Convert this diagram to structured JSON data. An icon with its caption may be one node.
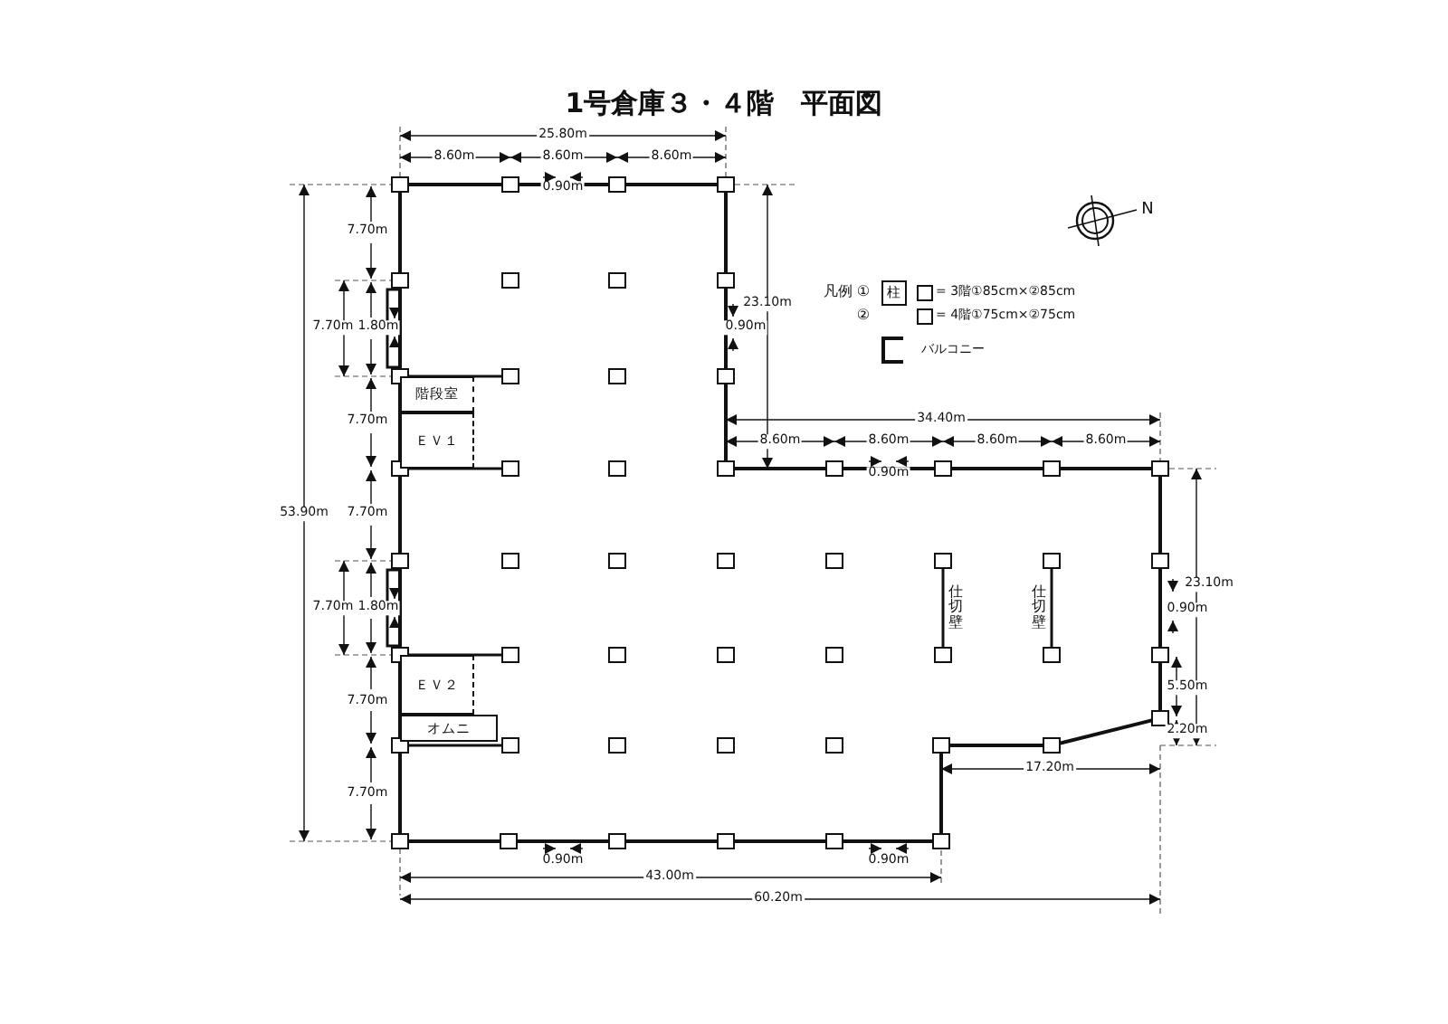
{
  "diagram": {
    "title": "1号倉庫３・４階　平面図",
    "nodes": [
      {
        "text": [
          "階段室"
        ]
      },
      {
        "text": [
          "ＥＶ１"
        ]
      },
      {
        "text": [
          "ＥＶ２"
        ]
      },
      {
        "text": [
          "オムニ"
        ]
      },
      {
        "text": [
          "柱"
        ]
      }
    ],
    "labels": [
      "25.80m",
      "8.60m",
      "8.60m",
      "8.60m",
      "0.90m",
      "N",
      "7.70m",
      "23.10m",
      "凡例",
      "①",
      "7.70m",
      "1.80m",
      "0.90m",
      "②",
      "7.70m",
      "34.40m",
      "8.60m",
      "8.60m",
      "8.60m",
      "8.60m",
      "0.90m",
      "53.90m",
      "7.70m",
      "23.10m",
      "仕切壁",
      "仕切壁",
      "7.70m",
      "1.80m",
      "0.90m",
      "7.70m",
      "5.50m",
      "2.20m",
      "7.70m",
      "17.20m",
      "0.90m",
      "0.90m",
      "43.00m",
      "60.20m"
    ],
    "legend": [
      {
        "text": "= 3階①85cm×②85cm"
      },
      {
        "text": "= 4階①75cm×②75cm"
      },
      {
        "text": "バルコニー"
      }
    ]
  }
}
